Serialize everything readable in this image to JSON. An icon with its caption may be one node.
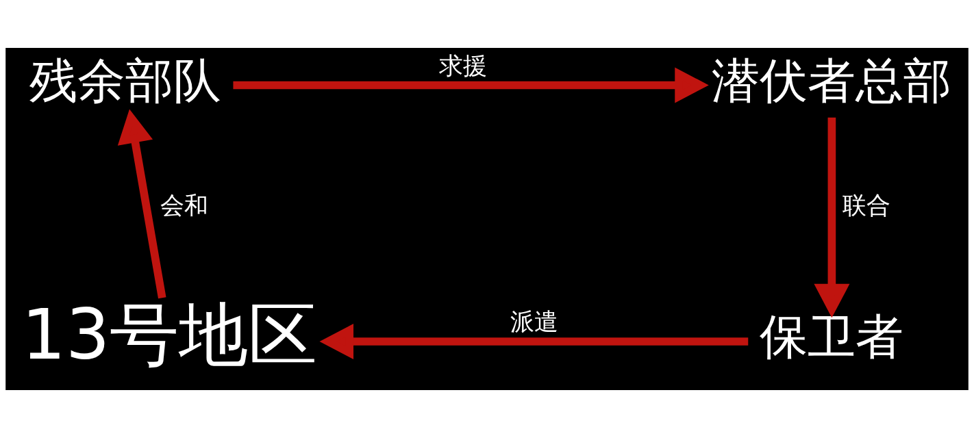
{
  "diagram": {
    "nodes": [
      {
        "text": [
          "残余部队"
        ]
      },
      {
        "text": [
          "潜伏者总部"
        ]
      },
      {
        "text": [
          "保卫者"
        ]
      },
      {
        "text": [
          "13号地区"
        ]
      }
    ],
    "edges": [
      {
        "from": 0,
        "to": 1,
        "arrow": "to",
        "label": "求援"
      },
      {
        "from": 1,
        "to": 2,
        "arrow": "to",
        "label": "联合"
      },
      {
        "from": 2,
        "to": 3,
        "arrow": "to",
        "label": "派遣"
      },
      {
        "from": 3,
        "to": 0,
        "arrow": "to",
        "label": "会和"
      }
    ]
  }
}
